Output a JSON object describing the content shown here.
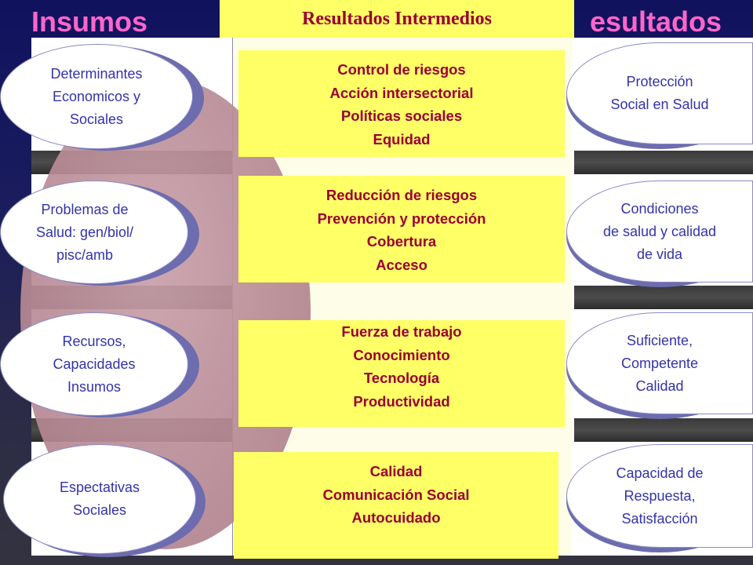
{
  "headings": {
    "left": "Insumos",
    "center": "Resultados Intermedios",
    "right": "esultados"
  },
  "inputs": [
    {
      "lines": [
        "Determinantes",
        "Economicos y",
        "Sociales"
      ]
    },
    {
      "lines": [
        "Problemas de",
        "Salud: gen/biol/",
        "pisc/amb"
      ]
    },
    {
      "lines": [
        "Recursos,",
        "Capacidades",
        "Insumos"
      ]
    },
    {
      "lines": [
        "Espectativas",
        "Sociales"
      ]
    }
  ],
  "intermediate": [
    {
      "lines": [
        "Control de riesgos",
        "Acción intersectorial",
        "Políticas sociales",
        "Equidad"
      ]
    },
    {
      "lines": [
        "Reducción de riesgos",
        "Prevención y protección",
        "Cobertura",
        "Acceso"
      ]
    },
    {
      "lines": [
        "Fuerza de trabajo",
        "Conocimiento",
        "Tecnología",
        "Productividad"
      ]
    },
    {
      "lines": [
        "Calidad",
        "Comunicación Social",
        "Autocuidado"
      ]
    }
  ],
  "outcomes": [
    {
      "lines": [
        "Protección",
        "Social en Salud"
      ]
    },
    {
      "lines": [
        "Condiciones",
        "de salud y calidad",
        "de vida"
      ]
    },
    {
      "lines": [
        "Suficiente,",
        "Competente",
        "Calidad"
      ]
    },
    {
      "lines": [
        "Capacidad de",
        "Respuesta,",
        "Satisfacción"
      ]
    }
  ],
  "colors": {
    "heading_pink": "#ff66cc",
    "box_yellow": "#ffff66",
    "box_text": "#990033",
    "oval_text": "#3333aa",
    "blob": "#b68893"
  }
}
